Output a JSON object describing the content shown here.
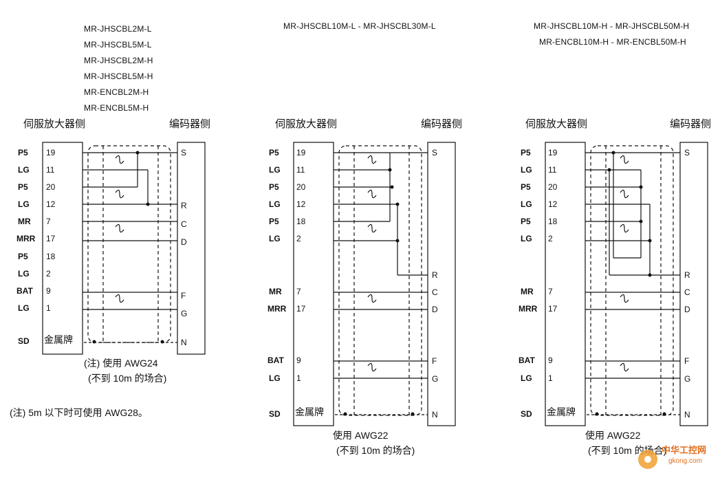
{
  "diagram1": {
    "models": [
      "MR-JHSCBL2M-L",
      "MR-JHSCBL5M-L",
      "MR-JHSCBL2M-H",
      "MR-JHSCBL5M-H",
      "MR-ENCBL2M-H",
      "MR-ENCBL5M-H"
    ],
    "left_header": "伺服放大器侧",
    "right_header": "编码器侧",
    "rows": [
      {
        "sig": "P5",
        "pin": "19"
      },
      {
        "sig": "LG",
        "pin": "11"
      },
      {
        "sig": "P5",
        "pin": "20"
      },
      {
        "sig": "LG",
        "pin": "12"
      },
      {
        "sig": "MR",
        "pin": "7"
      },
      {
        "sig": "MRR",
        "pin": "17"
      },
      {
        "sig": "P5",
        "pin": "18"
      },
      {
        "sig": "LG",
        "pin": "2"
      },
      {
        "sig": "BAT",
        "pin": "9"
      },
      {
        "sig": "LG",
        "pin": "1"
      }
    ],
    "sd_label": "SD",
    "shield_label": "金属牌",
    "enc_pins": [
      "S",
      "R",
      "C",
      "D",
      "F",
      "G",
      "N"
    ],
    "note_line1": "(注) 使用 AWG24",
    "note_line2": "(不到 10m 的场合)"
  },
  "footnote": "(注) 5m 以下时可使用 AWG28。",
  "diagram2": {
    "models": [
      "MR-JHSCBL10M-L - MR-JHSCBL30M-L"
    ],
    "left_header": "伺服放大器侧",
    "right_header": "编码器侧",
    "rows": [
      {
        "sig": "P5",
        "pin": "19"
      },
      {
        "sig": "LG",
        "pin": "11"
      },
      {
        "sig": "P5",
        "pin": "20"
      },
      {
        "sig": "LG",
        "pin": "12"
      },
      {
        "sig": "P5",
        "pin": "18"
      },
      {
        "sig": "LG",
        "pin": "2"
      }
    ],
    "rows2": [
      {
        "sig": "MR",
        "pin": "7"
      },
      {
        "sig": "MRR",
        "pin": "17"
      }
    ],
    "rows3": [
      {
        "sig": "BAT",
        "pin": "9"
      },
      {
        "sig": "LG",
        "pin": "1"
      }
    ],
    "sd_label": "SD",
    "shield_label": "金属牌",
    "enc_pins": [
      "S",
      "R",
      "C",
      "D",
      "F",
      "G",
      "N"
    ],
    "note_line1": "使用 AWG22",
    "note_line2": "(不到 10m 的场合)"
  },
  "diagram3": {
    "models": [
      "MR-JHSCBL10M-H - MR-JHSCBL50M-H",
      "MR-ENCBL10M-H - MR-ENCBL50M-H"
    ],
    "left_header": "伺服放大器侧",
    "right_header": "编码器侧",
    "rows": [
      {
        "sig": "P5",
        "pin": "19"
      },
      {
        "sig": "LG",
        "pin": "11"
      },
      {
        "sig": "P5",
        "pin": "20"
      },
      {
        "sig": "LG",
        "pin": "12"
      },
      {
        "sig": "P5",
        "pin": "18"
      },
      {
        "sig": "LG",
        "pin": "2"
      }
    ],
    "rows2": [
      {
        "sig": "MR",
        "pin": "7"
      },
      {
        "sig": "MRR",
        "pin": "17"
      }
    ],
    "rows3": [
      {
        "sig": "BAT",
        "pin": "9"
      },
      {
        "sig": "LG",
        "pin": "1"
      }
    ],
    "sd_label": "SD",
    "shield_label": "金属牌",
    "enc_pins": [
      "S",
      "R",
      "C",
      "D",
      "F",
      "G",
      "N"
    ],
    "note_line1": "使用 AWG22",
    "note_line2": "(不到 10m 的场合)"
  },
  "watermark": {
    "brand": "中华工控网",
    "url": "gkong.com"
  },
  "colors": {
    "line": "#111111",
    "watermark": "#f0a030"
  }
}
